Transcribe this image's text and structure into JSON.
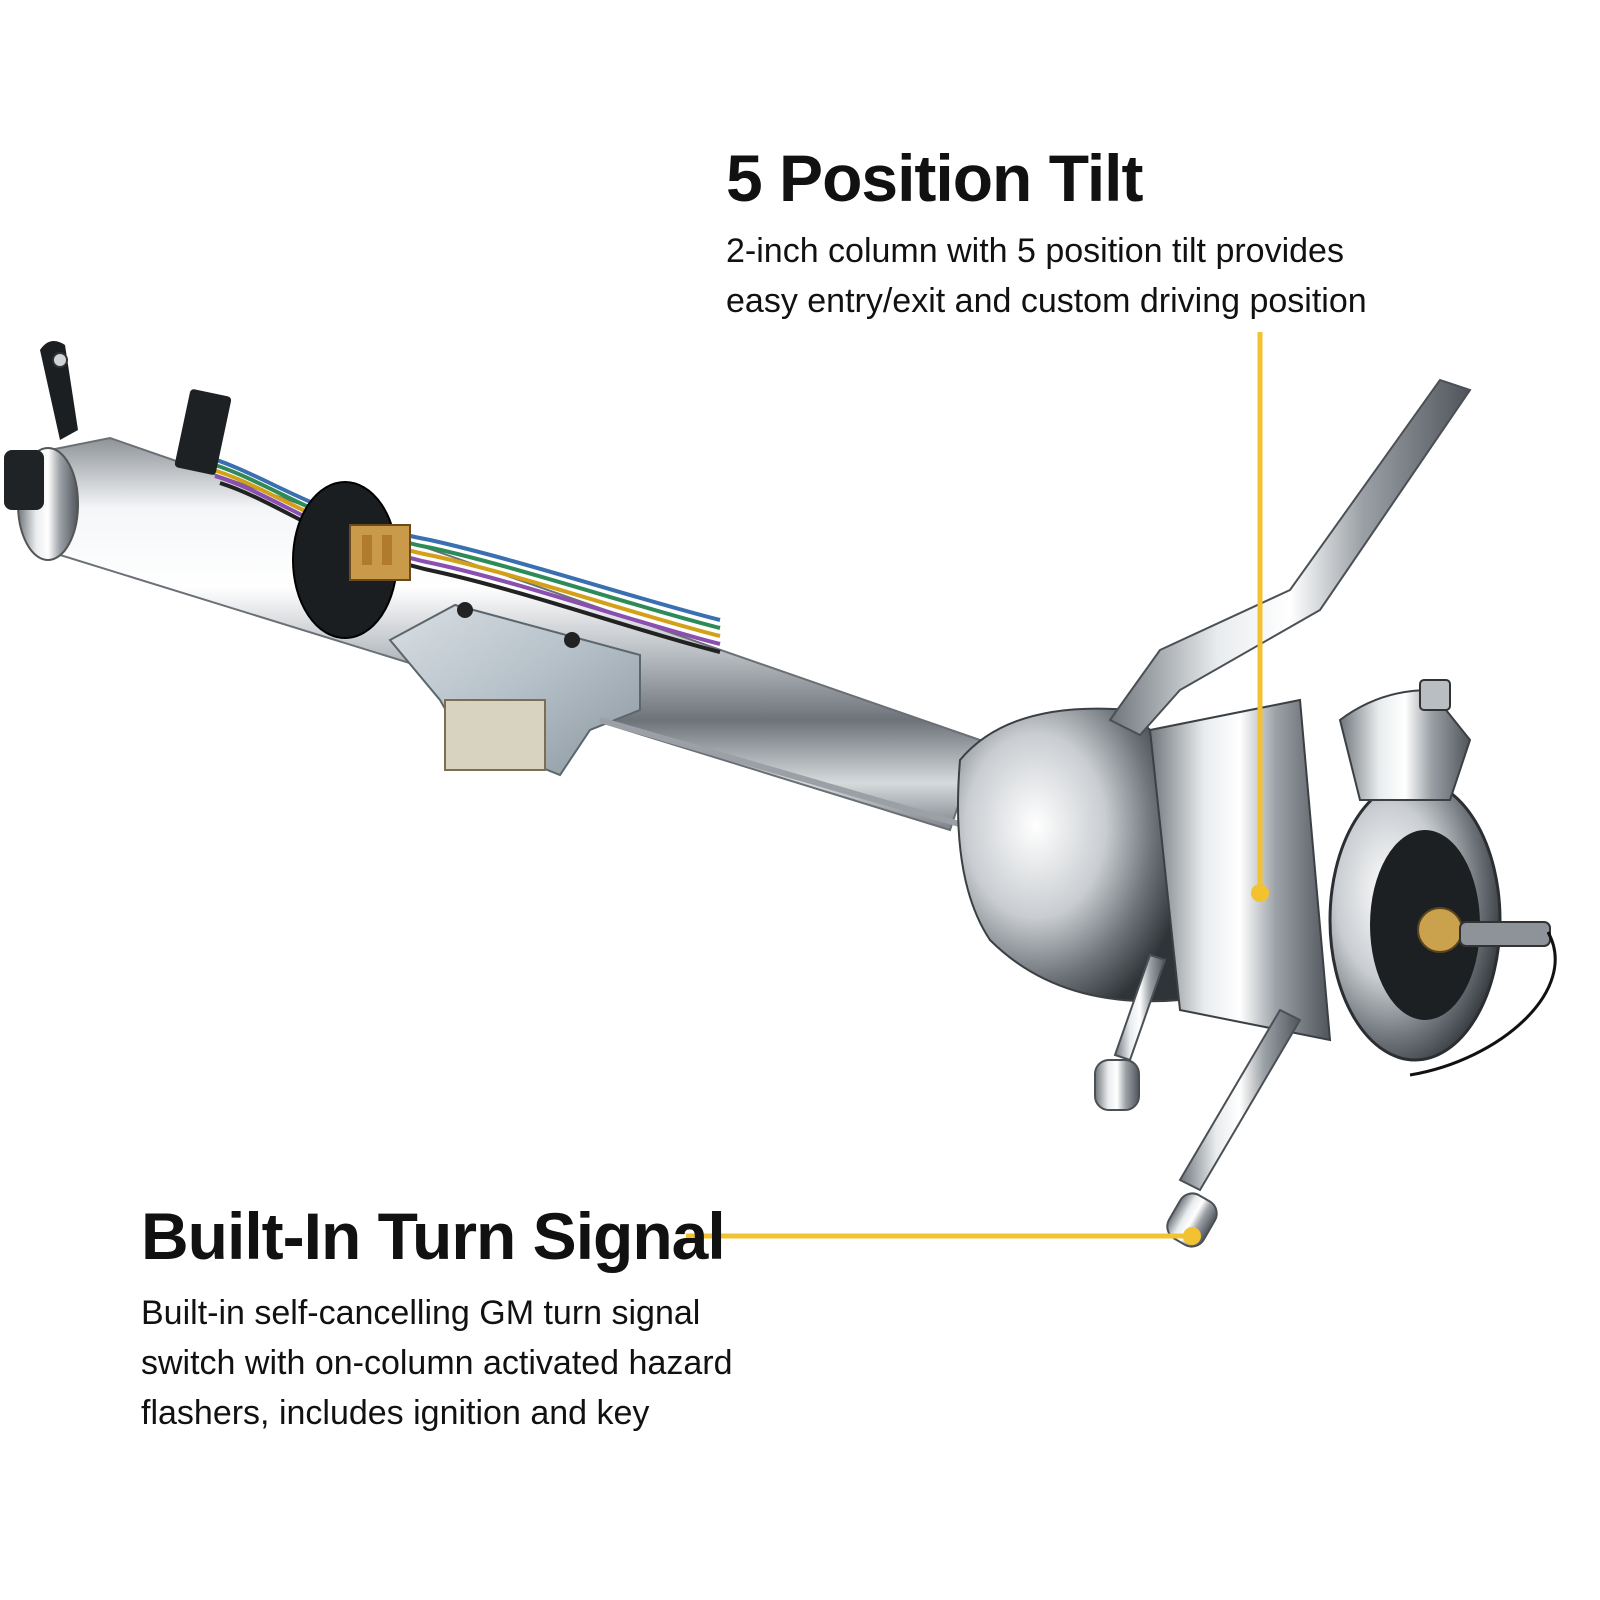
{
  "callouts": {
    "tilt": {
      "title": "5 Position Tilt",
      "line1": "2-inch column with 5 position tilt provides",
      "line2": "easy entry/exit and custom driving position"
    },
    "turn_signal": {
      "title": "Built-In Turn Signal",
      "line1": "Built-in self-cancelling GM turn signal",
      "line2": "switch with on-column activated hazard",
      "line3": "flashers, includes ignition and key"
    }
  },
  "colors": {
    "accent": "#F2C230",
    "text": "#111111",
    "background": "#FFFFFF"
  },
  "image": {
    "subject": "chrome-tilt-steering-column"
  }
}
